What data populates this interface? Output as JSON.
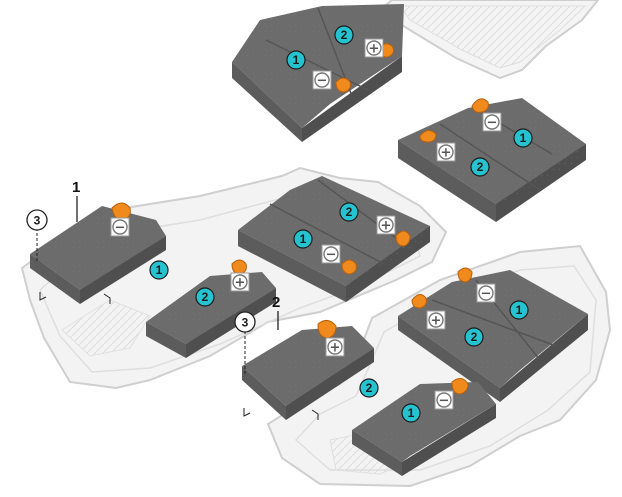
{
  "figure": {
    "group_labels": [
      "1",
      "2"
    ],
    "callouts": {
      "module_1": "1",
      "module_2": "2",
      "module_3": "3"
    },
    "terminals": {
      "positive": "+",
      "negative": "−"
    }
  },
  "colors": {
    "module_top": "#6c6c6c",
    "module_side": "#4f4f4f",
    "module_front": "#5c5c5c",
    "terminal_orange": "#f08a1c",
    "callout_badge": "#25c3cf",
    "tray_fill": "#f3f3f3",
    "tray_stroke": "#cfcfcf"
  }
}
